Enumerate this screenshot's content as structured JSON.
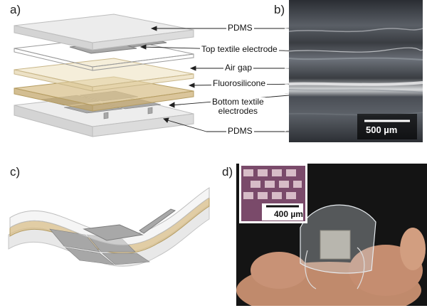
{
  "panels": {
    "a": "a)",
    "b": "b)",
    "c": "c)",
    "d": "d)"
  },
  "layers": {
    "pdms_top": "PDMS",
    "top_electrode": "Top textile electrode",
    "air_gap": "Air gap",
    "fluorosilicone": "Fluorosilicone",
    "bottom_electrodes_line1": "Bottom textile",
    "bottom_electrodes_line2": "electrodes",
    "pdms_bottom": "PDMS"
  },
  "micrograph_scale": "500 µm",
  "inset_scale": "400 µm",
  "colors": {
    "pdms": "#e6e6e6",
    "fluorosilicone": "#d8c08c",
    "electrode": "#9a9a9a",
    "photo_dark": "#1a1a1a"
  }
}
